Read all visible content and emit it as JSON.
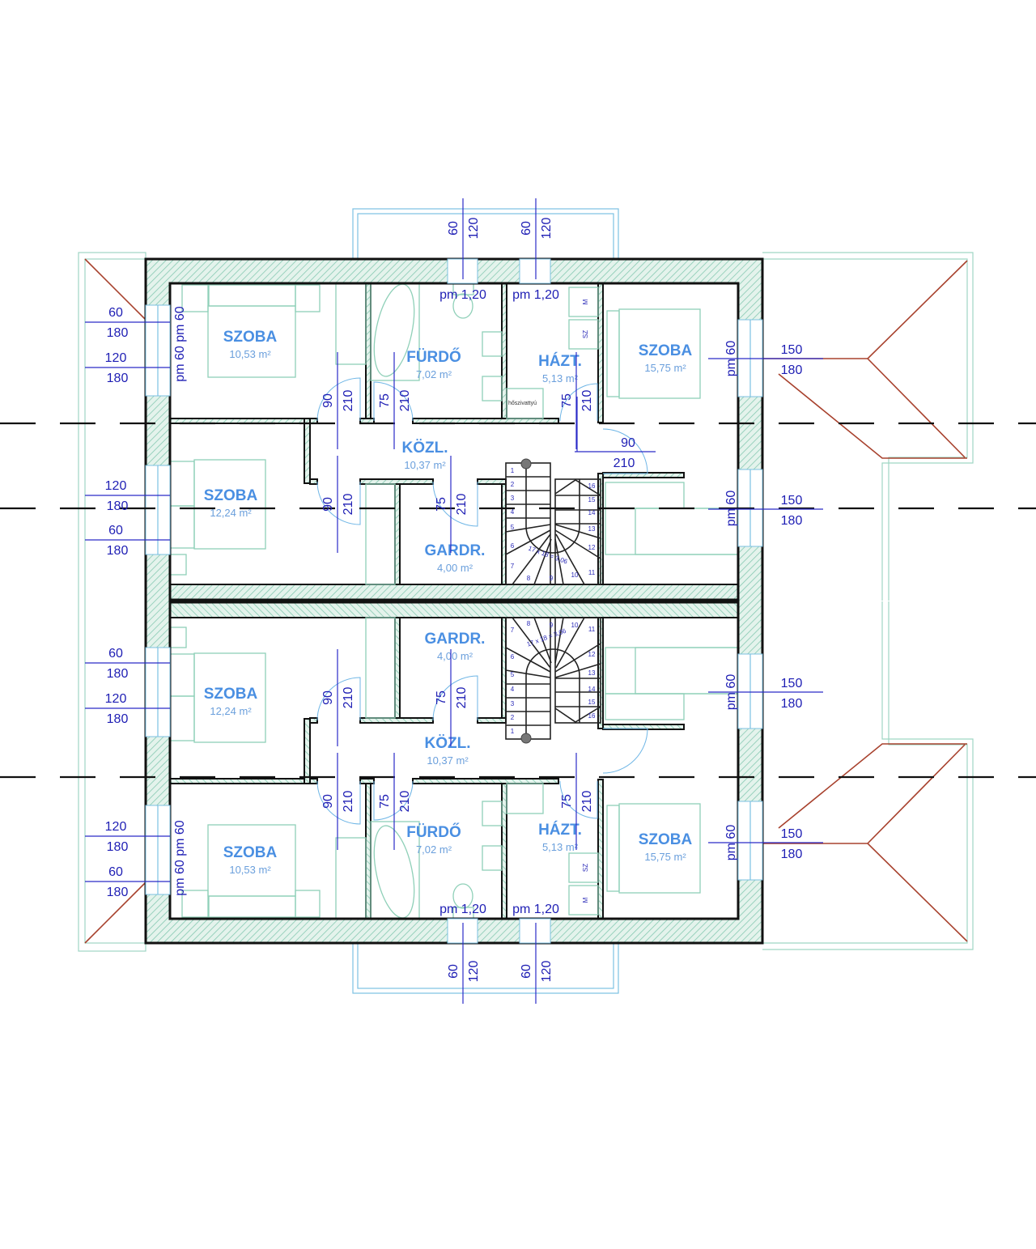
{
  "rooms": [
    {
      "name": "SZOBA",
      "area": "10,53 m²"
    },
    {
      "name": "FÜRDŐ",
      "area": "7,02 m²"
    },
    {
      "name": "HÁZT.",
      "area": "5,13 m²"
    },
    {
      "name": "SZOBA",
      "area": "15,75 m²"
    },
    {
      "name": "KÖZL.",
      "area": "10,37 m²"
    },
    {
      "name": "SZOBA",
      "area": "12,24 m²"
    },
    {
      "name": "GARDR.",
      "area": "4,00 m²"
    },
    {
      "name": "GARDR.",
      "area": "4,00 m²"
    },
    {
      "name": "SZOBA",
      "area": "12,24 m²"
    },
    {
      "name": "KÖZL.",
      "area": "10,37 m²"
    },
    {
      "name": "FÜRDŐ",
      "area": "7,02 m²"
    },
    {
      "name": "HÁZT.",
      "area": "5,13 m²"
    },
    {
      "name": "SZOBA",
      "area": "10,53 m²"
    },
    {
      "name": "SZOBA",
      "area": "15,75 m²"
    }
  ],
  "left_windows": [
    {
      "width": "60",
      "height": "180"
    },
    {
      "width": "120",
      "height": "180"
    },
    {
      "width": "120",
      "height": "180"
    },
    {
      "width": "60",
      "height": "180"
    },
    {
      "width": "60",
      "height": "180"
    },
    {
      "width": "120",
      "height": "180"
    },
    {
      "width": "120",
      "height": "180"
    },
    {
      "width": "60",
      "height": "180"
    }
  ],
  "right_windows": [
    {
      "width": "150",
      "height": "180"
    },
    {
      "width": "150",
      "height": "180"
    },
    {
      "width": "150",
      "height": "180"
    },
    {
      "width": "150",
      "height": "180"
    }
  ],
  "balcony_doors": [
    {
      "sill": "60",
      "height": "120"
    },
    {
      "sill": "60",
      "height": "120"
    },
    {
      "sill": "60",
      "height": "120"
    },
    {
      "sill": "60",
      "height": "120"
    }
  ],
  "sill_right": [
    "pm 60",
    "pm 60",
    "pm 60",
    "pm 60"
  ],
  "sill_left": [
    "pm 60  pm 60",
    "pm 60  pm 60"
  ],
  "sill_bath": [
    "pm 1,20",
    "pm 1,20",
    "pm 1,20",
    "pm 1,20"
  ],
  "doors": [
    {
      "width": "90",
      "height": "210"
    },
    {
      "width": "75",
      "height": "210"
    },
    {
      "width": "75",
      "height": "210"
    },
    {
      "width": "90",
      "height": "210"
    },
    {
      "width": "75",
      "height": "210"
    },
    {
      "width": "90",
      "height": "210"
    },
    {
      "width": "75",
      "height": "210"
    },
    {
      "width": "90",
      "height": "210"
    },
    {
      "width": "75",
      "height": "210"
    },
    {
      "width": "75",
      "height": "210"
    },
    {
      "width": "90",
      "height": "210"
    }
  ],
  "stairs": {
    "steps": [
      "1",
      "2",
      "3",
      "4",
      "5",
      "6",
      "7",
      "8",
      "9",
      "10",
      "11",
      "12",
      "13",
      "14",
      "15",
      "16"
    ],
    "formula": "17 x 18 = 3,06"
  },
  "labels": {
    "heat_pump": "hőszivattyú",
    "washer": "M",
    "dryer": "SZ"
  },
  "colors": {
    "room_name": "#4a8fe2",
    "dimension": "#1e1eb4",
    "roof": "#a8422e",
    "hatch": "#8fd0b8"
  }
}
